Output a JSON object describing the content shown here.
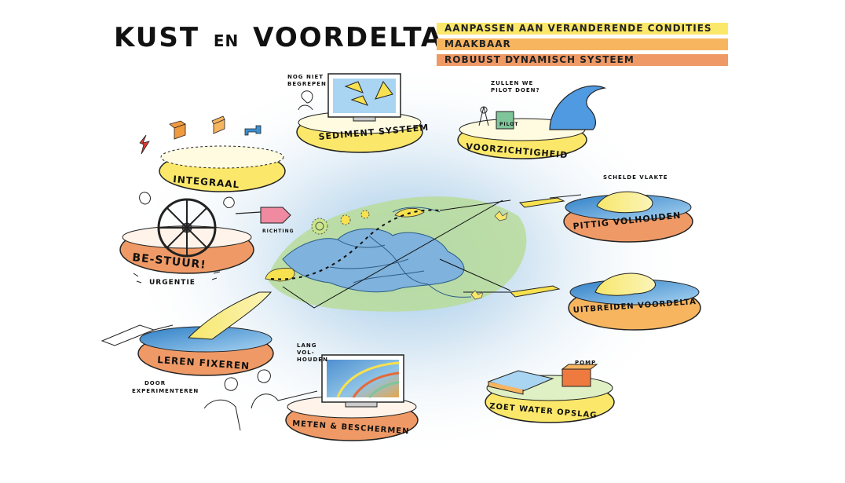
{
  "title": {
    "part1": "KUST",
    "part2": "EN",
    "part3": "VOORDELTA"
  },
  "legend": [
    {
      "label": "AANPASSEN AAN VERANDERENDE CONDITIES",
      "color": "#fbe86a"
    },
    {
      "label": "MAAKBAAR",
      "color": "#f7b560"
    },
    {
      "label": "ROBUUST DYNAMISCH SYSTEEM",
      "color": "#ef9a66"
    }
  ],
  "platforms": {
    "sediment": {
      "label": "SEDIMENT SYSTEEM",
      "color": "#fbe86a"
    },
    "voorzichtigheid": {
      "label": "VOORZICHTIGHEID",
      "color": "#fbe86a"
    },
    "integraal": {
      "label": "INTEGRAAL",
      "color": "#fbe86a"
    },
    "bestuur": {
      "label": "BE-STUUR!",
      "color": "#ef9a66"
    },
    "pittig": {
      "label": "PITTIG VOLHOUDEN",
      "color": "#ef9a66"
    },
    "uitbreiden": {
      "label": "UITBREIDEN VOORDELTA",
      "color": "#f7b560"
    },
    "leren": {
      "label": "LEREN FIXEREN",
      "color": "#ef9a66"
    },
    "meten": {
      "label": "METEN & BESCHERMEN",
      "color": "#ef9a66"
    },
    "zoetwater": {
      "label": "ZOET WATER OPSLAG",
      "color": "#fbe86a"
    }
  },
  "notes": {
    "nog_niet_1": "NOG NIET",
    "nog_niet_2": "BEGREPEN",
    "zullen_1": "ZULLEN WE",
    "zullen_2": "PILOT DOEN?",
    "pilot": "PILOT",
    "schelde": "SCHELDE VLAKTE",
    "richting": "RICHTING",
    "urgentie": "URGENTIE",
    "lang_1": "LANG",
    "lang_2": "VOL-",
    "lang_3": "HOUDEN",
    "door_1": "DOOR",
    "door_2": "EXPERIMENTEREN",
    "pomp": "POMP"
  }
}
